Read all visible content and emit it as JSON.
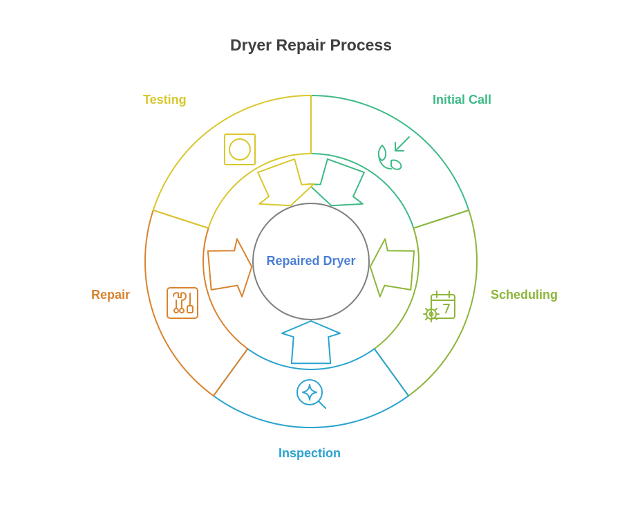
{
  "title": "Dryer Repair Process",
  "center": {
    "label": "Repaired Dryer",
    "color": "#4a7fd4"
  },
  "stages": [
    {
      "key": "initial-call",
      "label": "Initial Call",
      "color": "#3dba86",
      "icon": "hand-drop-icon"
    },
    {
      "key": "scheduling",
      "label": "Scheduling",
      "color": "#8db53a",
      "icon": "calendar-gear-icon"
    },
    {
      "key": "inspection",
      "label": "Inspection",
      "color": "#2aa3cf",
      "icon": "magnifier-sparkle-icon"
    },
    {
      "key": "repair",
      "label": "Repair",
      "color": "#d9832f",
      "icon": "toolbox-icon"
    },
    {
      "key": "testing",
      "label": "Testing",
      "color": "#d8c72d",
      "icon": "dryer-drum-icon"
    }
  ],
  "center_ring_color": "#7f7f7f"
}
